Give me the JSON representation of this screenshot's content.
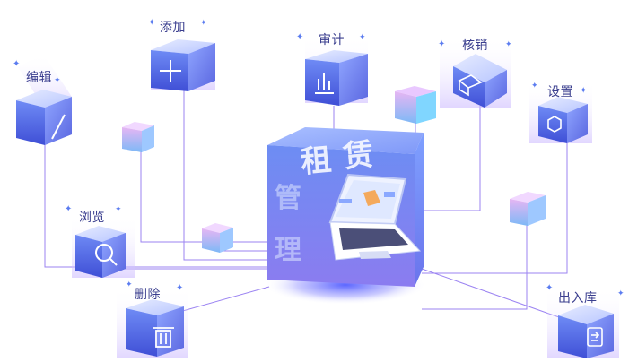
{
  "diagram": {
    "center": {
      "title_chars": [
        "租",
        "赁",
        "管",
        "理"
      ]
    },
    "modules": [
      {
        "id": "edit",
        "label": "编辑",
        "icon": "pen-icon"
      },
      {
        "id": "add",
        "label": "添加",
        "icon": "plus-icon"
      },
      {
        "id": "audit",
        "label": "审计",
        "icon": "bar-chart-icon"
      },
      {
        "id": "writeoff",
        "label": "核销",
        "icon": "box-check-icon"
      },
      {
        "id": "settings",
        "label": "设置",
        "icon": "hexagon-settings-icon"
      },
      {
        "id": "browse",
        "label": "浏览",
        "icon": "search-icon"
      },
      {
        "id": "delete",
        "label": "删除",
        "icon": "trash-icon"
      },
      {
        "id": "stock",
        "label": "出入库",
        "icon": "document-export-icon"
      }
    ],
    "colors": {
      "cube_top": "#bfc9ff",
      "cube_front": "#4a63e6",
      "cube_side": "#6e86f2",
      "line": "#7d64e8",
      "label": "#3b3f8f"
    }
  }
}
